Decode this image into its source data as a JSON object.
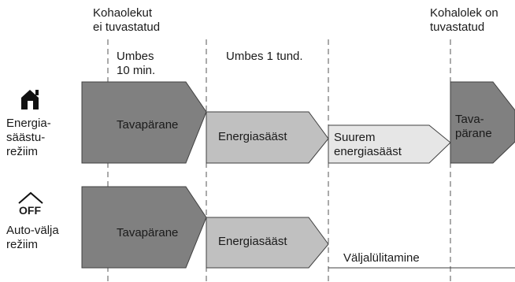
{
  "header": {
    "not_detected": "Kohaolekut\nei tuvastatud",
    "detected": "Kohalolek on\ntuvastatud",
    "approx_10": "Umbes\n10 min.",
    "approx_1h": "Umbes 1 tund."
  },
  "rows": [
    {
      "icon": "home-energy-icon",
      "label": "Energia-\nsäästu-\nrežiim",
      "stages": [
        "Tavapärane",
        "Energiasääst",
        "Suurem\nenergiasääst",
        "Tava-\npärane"
      ]
    },
    {
      "icon": "off-timer-icon",
      "label": "Auto-välja\nrežiim",
      "stages": [
        "Tavapärane",
        "Energiasääst",
        "Väljalülitamine"
      ]
    }
  ],
  "colors": {
    "normal": "#808080",
    "saving": "#c0c0c0",
    "more_saving": "#e6e6e6",
    "outline": "#404040"
  }
}
